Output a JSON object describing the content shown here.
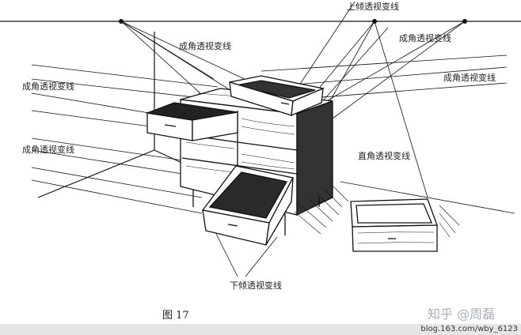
{
  "labels": {
    "up_tilt": "上倾透视变线",
    "oblique_top": "成角透视变线",
    "oblique_right_top": "成角透视变线",
    "oblique_right": "成角透视变线",
    "oblique_left_top": "成角透视变线",
    "oblique_left_bottom": "成角透视变线",
    "right_angle": "直角透视变线",
    "down_tilt": "下倾透视变线"
  },
  "caption": "图 17",
  "watermark": "知乎 @周磊",
  "footer": "blog.163.com/wby_6123",
  "colors": {
    "ink": "#111111",
    "footer_bg": "#e6e6e6",
    "watermark": "#aab0b8"
  }
}
